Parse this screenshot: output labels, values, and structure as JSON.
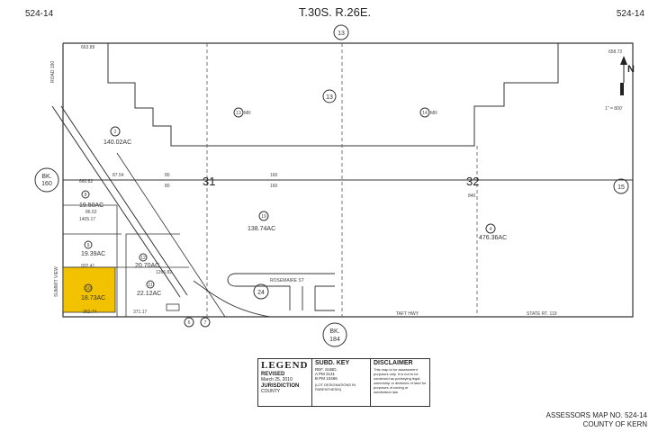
{
  "header": {
    "page_ref_left": "524-14",
    "title": "T.30S. R.26E.",
    "page_ref_right": "524-14"
  },
  "sections": {
    "top_circle": "13",
    "right_circle": "15",
    "left_book": {
      "line1": "BK.",
      "line2": "160"
    },
    "bottom_book": {
      "line1": "BK.",
      "line2": "184"
    },
    "sec31": "31",
    "sec32": "32"
  },
  "scale": "1\" = 800'",
  "north_label": "N",
  "parcels": [
    {
      "id": "2",
      "acreage": "140.02AC"
    },
    {
      "id": "8",
      "acreage": "19.50AC"
    },
    {
      "id": "9",
      "acreage": "19.39AC"
    },
    {
      "id": "10",
      "acreage": "18.73AC"
    },
    {
      "id": "12",
      "acreage": "20.70AC"
    },
    {
      "id": "11",
      "acreage": "22.12AC"
    },
    {
      "id": "19",
      "acreage": "138.74AC"
    },
    {
      "id": "4",
      "acreage": "476.36AC"
    },
    {
      "id": "13",
      "acreage": "MR"
    },
    {
      "id": "14",
      "acreage": "MR"
    }
  ],
  "misc_circles": [
    "13",
    "24",
    "6",
    "7"
  ],
  "streets": {
    "rosemaire": "ROSEMAIRE ST",
    "taft": "TAFT HWY",
    "state": "STATE RT. 119",
    "summit": "SUMMIT VIEW",
    "road": "ROAD 190"
  },
  "dimensions": [
    "663.89",
    "658.72",
    "87.54",
    "80",
    "160",
    "80",
    "160",
    "840",
    "660.82",
    "86.62",
    "1405.17",
    "1266.82",
    "932.41",
    "352.74",
    "371.17"
  ],
  "legend": {
    "title": "LEGEND",
    "revised_label": "REVISED",
    "revised_date": "March 25, 2010",
    "jurisdiction_label": "JURISDICTION",
    "jurisdiction_value": "COUNTY",
    "subd_title": "SUBD. KEY",
    "subd_header": "REF. SUBD.",
    "subd_a": "A   PM 2131",
    "subd_b": "B   PM 10466",
    "subd_note": "(LOT DESIGNATIONS IN PARENTHESIS)",
    "disclaimer_title": "DISCLAIMER",
    "disclaimer_text": "This map is for assessment purposes only. It is not to be construed as portraying legal ownership or divisions of land for purposes of zoning or subdivision law."
  },
  "footer": {
    "line1": "ASSESSORS MAP NO. 524-14",
    "line2": "COUNTY OF KERN"
  },
  "highlight_color": "#f2c200"
}
